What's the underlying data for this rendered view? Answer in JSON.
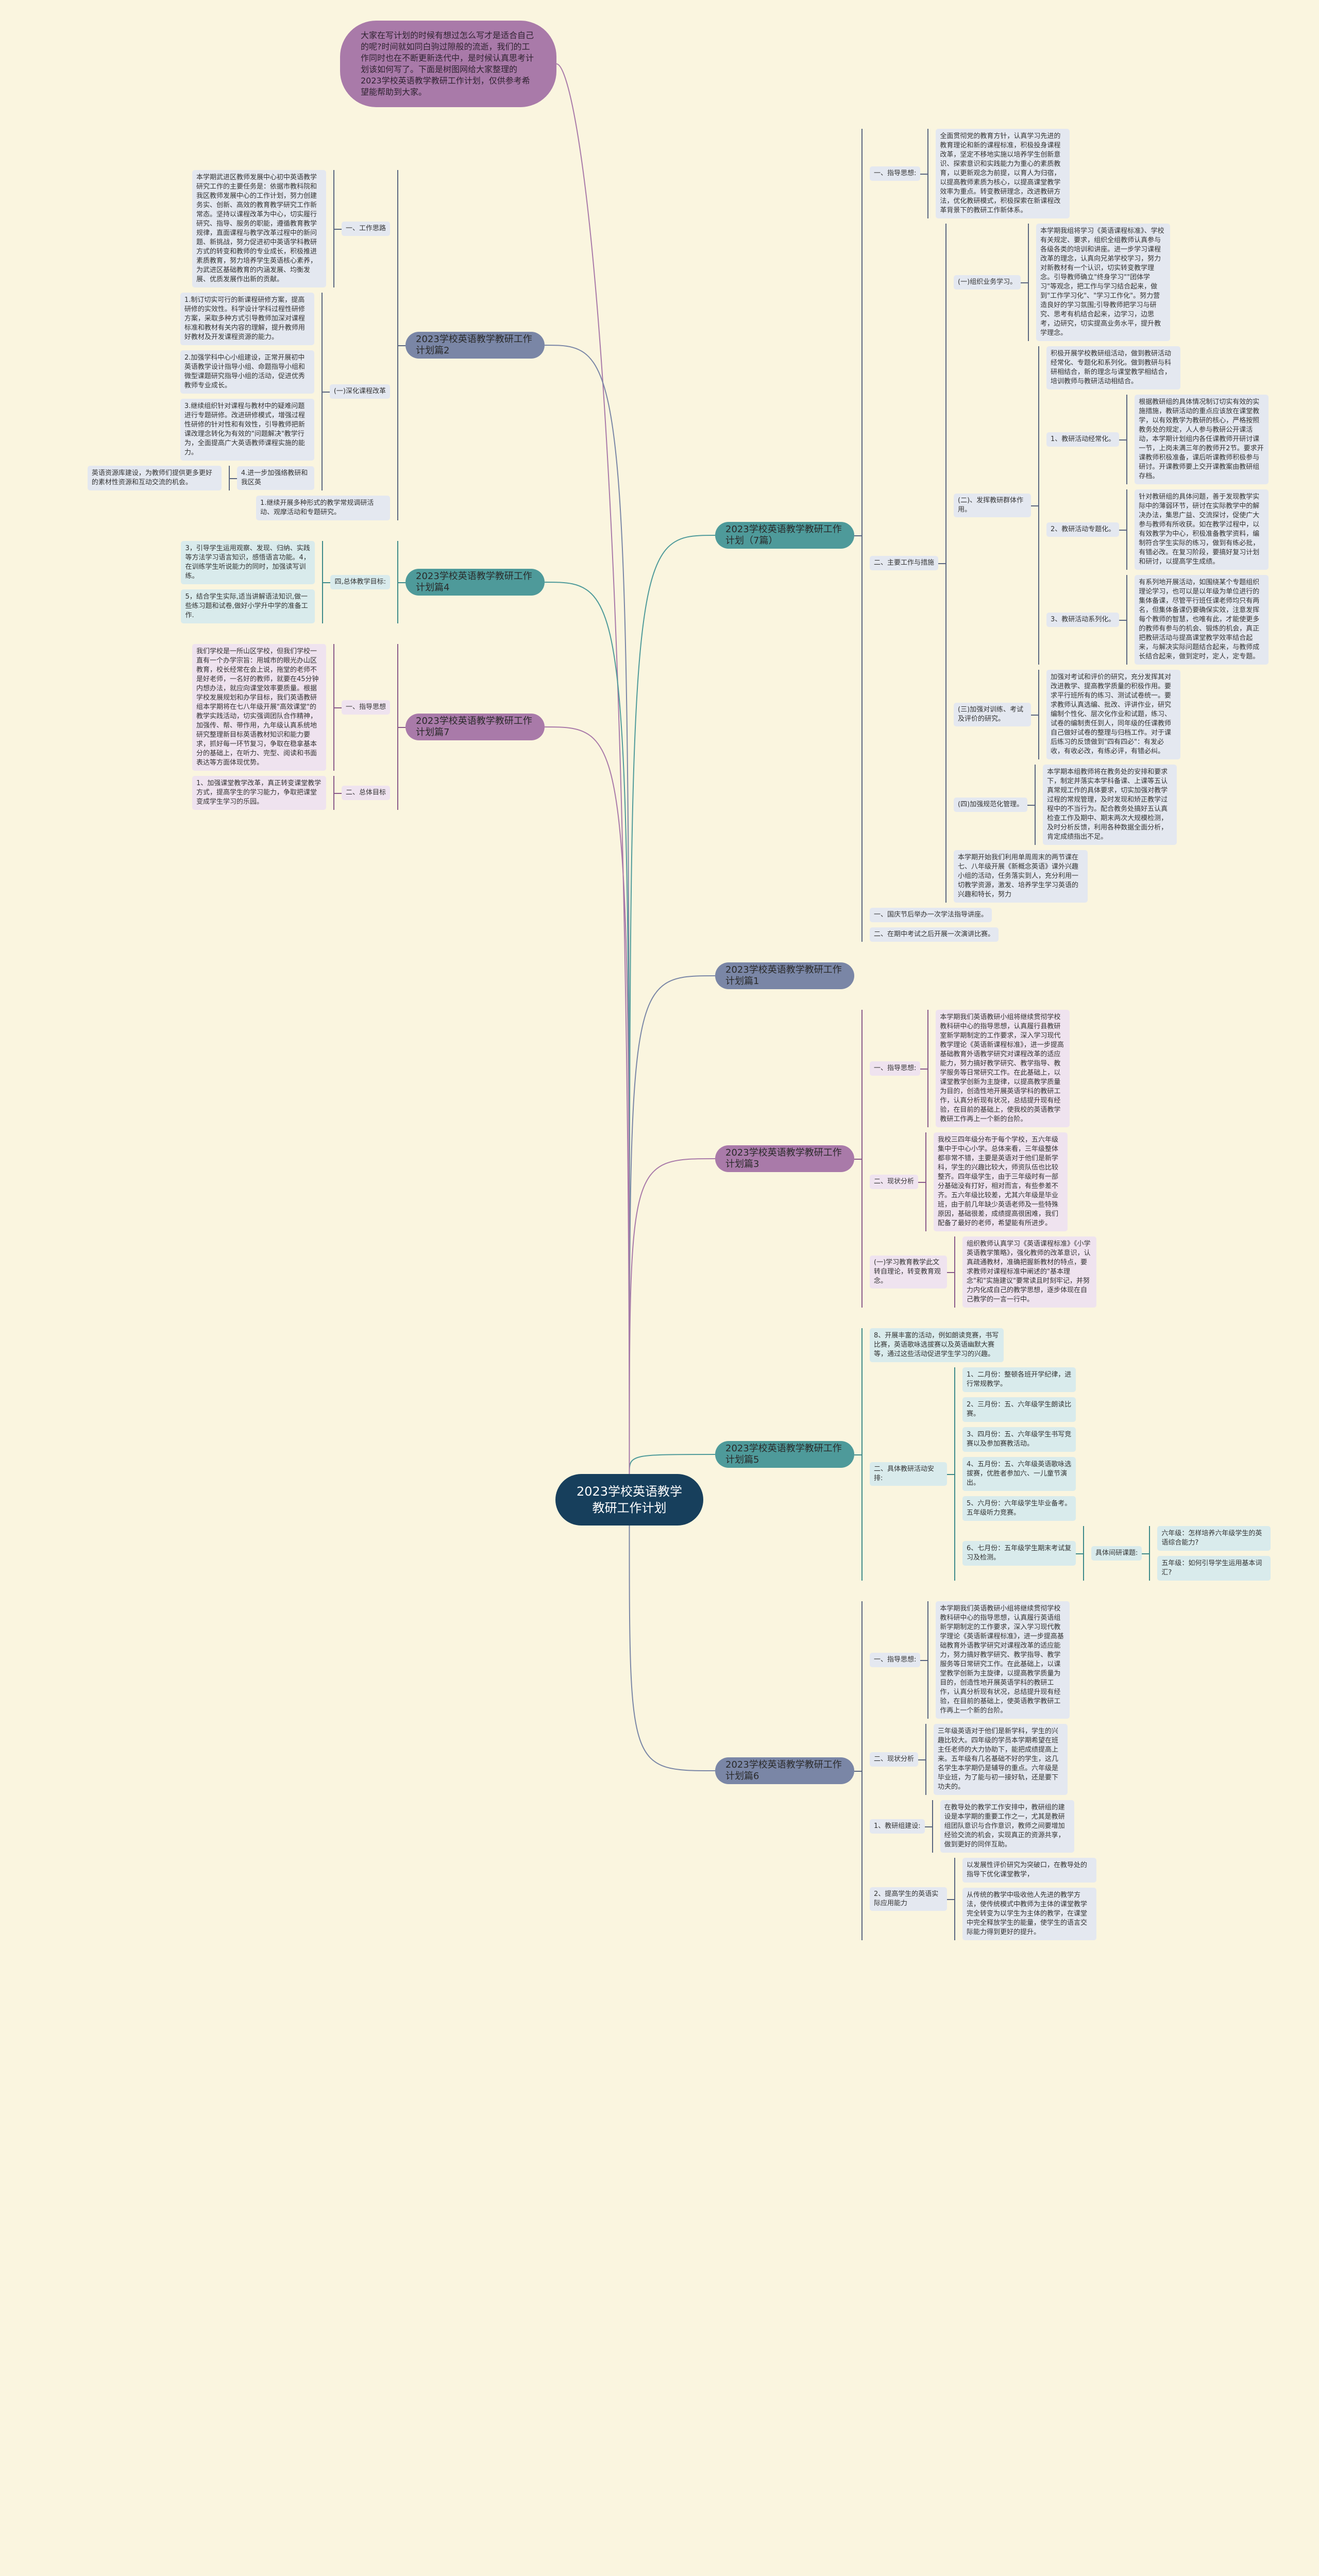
{
  "colors": {
    "background": "#faf5df",
    "center": "#173f5c",
    "teal": "#4e9a9a",
    "blue": "#7a86a6",
    "purple": "#a97aa9"
  },
  "watermark": "树图 shutu.cn",
  "intro": "大家在写计划的时候有想过怎么写才是适合自己的呢?时间就如同白驹过隙般的流逝，我们的工作同时也在不断更新迭代中，是时候认真思考计划该如何写了。下面是树图网给大家整理的2023学校英语教学教研工作计划，仅供参考希望能帮助到大家。",
  "center": "2023学校英语教学教研工作计划",
  "branches": {
    "overview": {
      "title": "2023学校英语教学教研工作计划（7篇）",
      "guiding_label": "一、指导思想:",
      "guiding_text": "全面贯彻党的教育方针，认真学习先进的教育理论和新的课程标准，积极投身课程改革，坚定不移地实施以培养学生创新意识、探索意识和实践能力为重心的素质教育，以更新观念为前提，以育人为归宿，以提高教师素质为核心，以提高课堂教学效率为重点。转变教研理念，改进教研方法，优化教研模式，积极探索在新课程改革背景下的教研工作新体系。",
      "main_label": "二、主要工作与措施",
      "study_label": "(一)组织业务学习。",
      "study_text": "本学期我组将学习《英语课程标准》、学校有关规定、要求，组织全组教师认真参与各级各类的培训和讲座。进一步学习课程改革的理念，认真向兄弟学校学习，努力对新教材有一个认识，切实转变教学理念。引导教师确立\"终身学习\"\"团体学习\"等观念，把工作与学习结合起来，做到\"工作学习化\"、\"学习工作化\"。努力营造良好的学习氛围;引导教师把学习与研究、思考有机结合起来，边学习，边思考，边研究，切实提高业务水平，提升教学理念。",
      "group_label": "(二)、发挥教研群体作用。",
      "group_text": "积极开展学校教研组活动，做到教研活动经常化、专题化和系列化。做到教研与科研相结合，新的理念与课堂教学相结合，培训教师与教研活动相结合。",
      "regular_label": "1、教研活动经常化。",
      "regular_text": "根据教研组的具体情况制订切实有效的实施措施，教研活动的重点应该放在课堂教学，以有效教学为教研的核心，严格按照教务处的规定，人人参与教研公开课活动，本学期计划组内各任课教师开研讨课一节，上岗未满三年的教师开2节。要求开课教师积极准备，课后听课教师积极参与研讨。开课教师要上交开课教案由教研组存档。",
      "topic_label": "2、教研活动专题化。",
      "topic_text": "针对教研组的具体问题，善于发现教学实际中的薄弱环节，研讨在实际教学中的解决办法，集思广益、交流探讨，促使广大参与教师有所收获。如在教学过程中，以有效教学为中心，积极准备教学资料，编制符合学生实际的练习，做到有练必批，有错必改。在复习阶段，要搞好复习计划和研讨，以提高学生成绩。",
      "series_label": "3、教研活动系列化。",
      "series_text": "有系列地开展活动，如围绕某个专题组织理论学习，也可以是以年级为单位进行的集体备课，尽管平行班任课老师均只有两名，但集体备课仍要确保实效，注意发挥每个教师的智慧，也唯有此，才能使更多的教师有参与的机会、锻炼的机会，真正把教研活动与提高课堂教学效率结合起来，与解决实际问题结合起来，与教师成长结合起来，做到定时，定人，定专题。",
      "exam_label": "(三)加强对训练、考试及评价的研究。",
      "exam_text": "加强对考试和评价的研究，充分发挥其对改进教学、提高教学质量的积极作用。要求平行班所有的练习、测试试卷统一。要求教师认真选编、批改、评讲作业，研究编制个性化、层次化作业和试题，练习、试卷的编制责任到人，同年级的任课教师自己做好试卷的整理与归档工作。对于课后练习的反馈做到\"四有四必\"：有发必收，有收必改，有练必评，有错必纠。",
      "manage_label": "(四)加强规范化管理。",
      "manage_text": "本学期本组教师将在教务处的安排和要求下，制定并落实本学科备课、上课等五认真常规工作的具体要求，切实加强对教学过程的常规管理，及时发现和矫正教学过程中的不当行为。配合教务处搞好五认真检查工作及期中、期末两次大规模检测，及时分析反馈，利用各种数据全面分析，肯定成绩指出不足。",
      "club_text": "本学期开始我们利用单周周末的两节课在七、八年级开展《新概念英语》课外兴趣小组的活动，任务落实到人，充分利用一切教学资源，激发、培养学生学习英语的兴趣和特长，努力",
      "lecture": "一、国庆节后举办一次学法指导讲座。",
      "speech": "二、在期中考试之后开展一次演讲比赛。"
    },
    "p1": {
      "title": "2023学校英语教学教研工作计划篇1"
    },
    "p2": {
      "title": "2023学校英语教学教研工作计划篇2",
      "idea_label": "一、工作思路",
      "idea_text": "本学期武进区教师发展中心初中英语教学研究工作的主要任务是：依据市教科院和我区教师发展中心的工作计划，努力创建务实、创新、高效的教育教学研究工作新常态。坚持以课程改革为中心，切实履行研究、指导、服务的职能，遵循教育教学规律，直面课程与教学改革过程中的新问题、新挑战，努力促进初中英语学科教研方式的转变和教师的专业成长，积极推进素质教育，努力培养学生英语核心素养，为武进区基础教育的内涵发展、均衡发展、优质发展作出新的贡献。",
      "reform_label": "(一)深化课程改革",
      "reform_1": "1.制订切实可行的新课程研修方案，提高研修的实效性。科学设计学科过程性研修方案，采取多种方式引导教师加深对课程标准和教材有关内容的理解，提升教师用好教材及开发课程资源的能力。",
      "reform_2": "2.加强学科中心小组建设，正常开展初中英语教学设计指导小组、命题指导小组和微型课题研究指导小组的活动，促进优秀教师专业成长。",
      "reform_3": "3.继续组织针对课程与教材中的疑难问题进行专题研修。改进研修模式，增强过程性研修的针对性和有效性，引导教师把新课改理念转化为有效的\"问题解决\"教学行为，全面提高广大英语教师课程实施的能力。",
      "reform_4_label": "4.进一步加强络教研和我区英",
      "reform_4_text": "英语资源库建设，为教师们提供更多更好的素材性资源和互动交流的机会。",
      "routine_1": "1.继续开展多种形式的教学常规调研活动、观摩活动和专题研究。"
    },
    "p3": {
      "title": "2023学校英语教学教研工作计划篇3",
      "guiding_label": "一、指导思想:",
      "guiding_text": "本学期我们英语教研小组将继续贯彻学校教科研中心的指导思想，认真履行县教研室新学期制定的工作要求，深入学习现代教学理论《英语新课程标准》，进一步提高基础教育外语教学研究对课程改革的适应能力，努力搞好教学研究、教学指导、教学服务等日常研究工作。在此基础上，以课堂教学创新为主旋律，以提高教学质量为目的，创造性地开展英语学科的教研工作，认真分析现有状况，总结提升现有经验，在目前的基础上，使我校的英语教学教研工作再上一个新的台阶。",
      "status_label": "二、现状分析",
      "status_text": "我校三四年级分布于每个学校，五六年级集中于中心小学。总体来看，三年级整体都非常不错，主要是英语对于他们是新学科，学生的兴趣比较大，师资队伍也比较整齐。四年级学生，由于三年级时有一部分基础没有打好，相对而言，有些参差不齐。五六年级比较差，尤其六年级是毕业班，由于前几年缺少英语老师及一些特殊原因，基础很差，成绩提高很困难，我们配备了最好的老师，希望能有所进步。",
      "theory_label": "(一)学习教育教学此文转自理论，转变教育观念。",
      "theory_text": "组织教师认真学习《英语课程标准》《小学英语教学策略》，强化教师的改革意识，认真疏通教材，准确把握新教材的特点，要求教师对课程标准中阐述的\"基本理念\"和\"实施建议\"要常读且时刻牢记，并努力内化成自己的教学思想，逐步体现在自己教学的一言一行中。"
    },
    "p4": {
      "title": "2023学校英语教学教研工作计划篇4",
      "goal_label": "四,总体教学目标:",
      "goal_3": "3，引导学生运用观察、发现、归纳、实践等方法学习语言知识，感悟语言功能。4，在训练学生听说能力的同时，加强读写训练。",
      "goal_5": "5，结合学生实际,适当讲解语法知识,做一些练习题和试卷,做好小学升中学的准备工作."
    },
    "p5": {
      "title": "2023学校英语教学教研工作计划篇5",
      "item_8": "8、开展丰富的活动，例如朗读竞赛，书写比赛，英语歌咏选拔赛以及英语幽默大赛等，通过这些活动促进学生学习的兴趣。",
      "schedule_label": "二、具体教研活动安排:",
      "schedule": [
        "1、二月份：整顿各班开学纪律，进行常规教学。",
        "2、三月份：五、六年级学生朗读比赛。",
        "3、四月份：五、六年级学生书写竞赛以及参加赛教活动。",
        "4、五月份：五、六年级英语歌咏选拔赛，优胜者参加六、一儿童节演出。",
        "5、六月份：六年级学生毕业备考。五年级听力竞赛。",
        "6、七月份：五年级学生期末考试复习及检测。"
      ],
      "topics_label": "具体间研课题:",
      "topic_6": "六年级：怎样培养六年级学生的英语综合能力?",
      "topic_5": "五年级：如何引导学生运用基本词汇?"
    },
    "p6": {
      "title": "2023学校英语教学教研工作计划篇6",
      "guiding_label": "一、指导思想:",
      "guiding_text": "本学期我们英语教研小组将继续贯彻学校教科研中心的指导思想，认真履行英语组新学期制定的工作要求，深入学习现代教学理论《英语新课程标准》，进一步提高基础教育外语教学研究对课程改革的适应能力，努力搞好教学研究、教学指导、教学服务等日常研究工作。在此基础上，以课堂教学创新为主旋律，以提高教学质量为目的，创造性地开展英语学科的教研工作，认真分析现有状况，总结提升现有经验，在目前的基础上，使英语教学教研工作再上一个新的台阶。",
      "status_label": "二、现状分析",
      "status_text": "三年级英语对于他们是新学科，学生的兴趣比较大。四年级的学员本学期希望在班主任老师的大力协助下，能把成绩提高上来。五年级有几名基础不好的学生，这几名学生本学期仍是辅导的重点。六年级是毕业班，为了能与初一接好轨，还是要下功夫的。",
      "team_label": "1、教研组建设:",
      "team_text": "在教导处的教学工作安排中，教研组的建设是本学期的重要工作之一，尤其是教研组团队意识与合作意识，教师之间要增加经验交流的机会，实现真正的资源共享，做到更好的同伴互助。",
      "ability_label": "2、提高学生的英语实际应用能力",
      "ability_1": "以发展性评价研究为突破口，在教导处的指导下优化课堂教学，",
      "ability_2": "从传统的教学中吸收他人先进的教学方法，使传统模式中教师为主体的课堂教学完全转变为以学生为主体的教学，在课堂中完全释放学生的能量，使学生的语言交际能力得到更好的提升。"
    },
    "p7": {
      "title": "2023学校英语教学教研工作计划篇7",
      "guiding_label": "一、指导思想",
      "guiding_text": "我们学校是一所山区学校，但我们学校一直有一个办学宗旨：用城市的眼光办山区教育，校长经常在会上说，拖堂的老师不是好老师，一名好的教师，就要在45分钟内想办法，就应向课堂效率要质量。根据学校发展规划和办学目标，我们英语教研组本学期将在七八年级开展\"高效课堂\"的教学实践活动，切实强调团队合作精神，加强传、帮、带作用，九年级认真系统地研究整理新目标英语教材知识和能力要求，抓好每一环节复习，争取在稳拿基本分的基础上，在听力、完型、阅读和书面表达等方面体现优势。",
      "goal_label": "二、总体目标",
      "goal_1": "1、加强课堂教学改革，真正转变课堂教学方式，提高学生的学习能力，争取把课堂变成学生学习的乐园。"
    }
  }
}
